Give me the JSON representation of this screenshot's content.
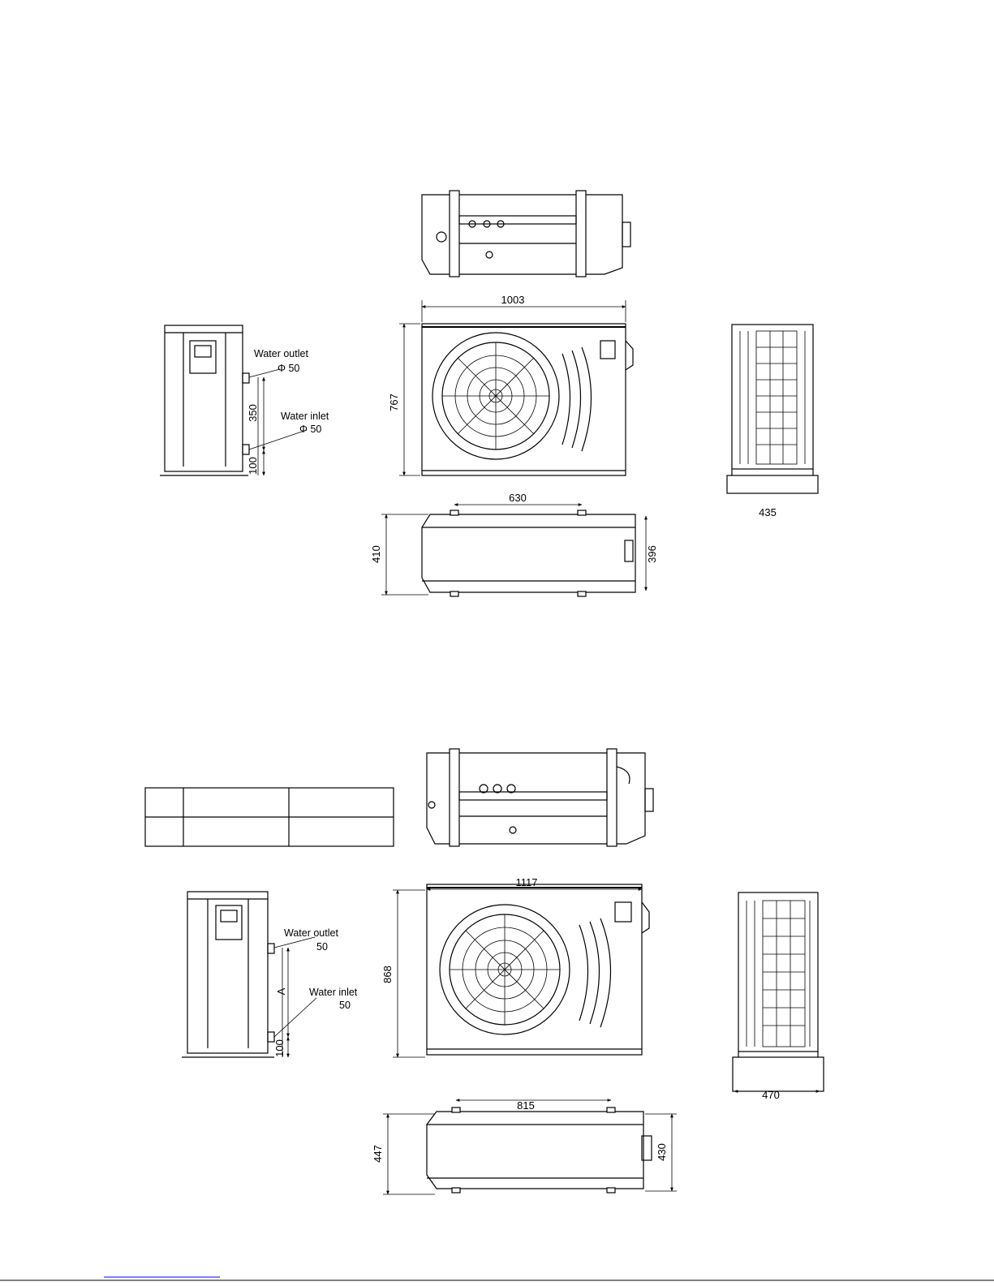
{
  "drawing1": {
    "front_width": "1003",
    "front_height": "767",
    "side_spacing": "350",
    "side_bottom": "100",
    "water_outlet_label": "Water outlet",
    "water_outlet_size": "Φ 50",
    "water_inlet_label": "Water inlet",
    "water_inlet_size": "Φ 50",
    "bottom_width": "630",
    "bottom_depth_left": "410",
    "bottom_depth_right": "396",
    "rear_width": "435"
  },
  "drawing2": {
    "front_width": "1117",
    "front_height": "868",
    "side_spacing": "A",
    "side_bottom": "100",
    "water_outlet_label": "Water outlet",
    "water_outlet_size": "50",
    "water_inlet_label": "Water inlet",
    "water_inlet_size": "50",
    "bottom_width": "815",
    "bottom_depth_left": "447",
    "bottom_depth_right": "430",
    "rear_width": "470"
  },
  "spec_table": {
    "rows": [
      [
        "",
        "",
        ""
      ],
      [
        "",
        "",
        ""
      ]
    ]
  },
  "colors": {
    "line": "#000000",
    "link_underline": "#0000ff"
  }
}
